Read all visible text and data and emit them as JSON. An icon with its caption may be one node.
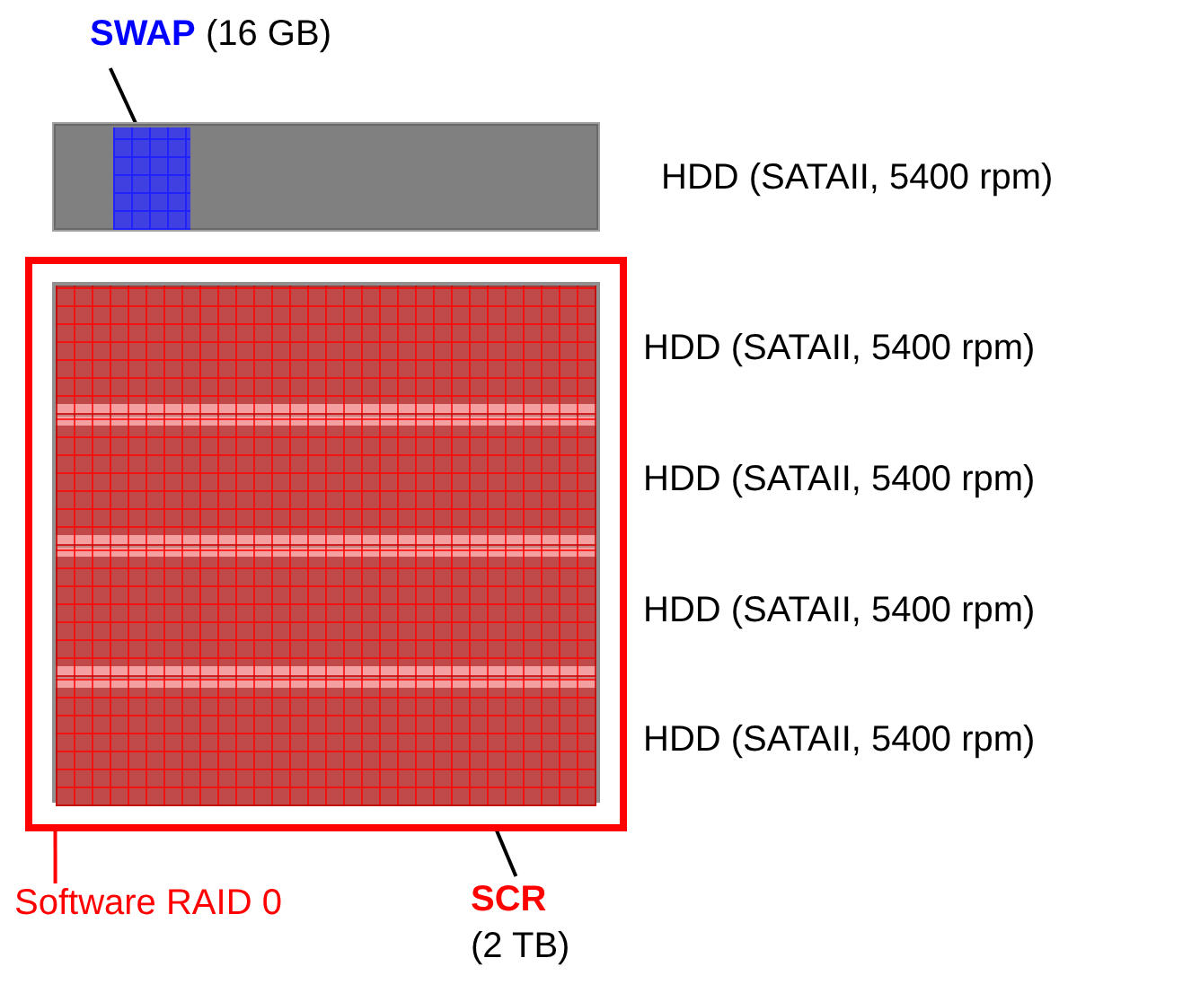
{
  "diagram": {
    "nodes": [
      {
        "text": [
          "**SWAP** (16 GB)"
        ]
      },
      {
        "text": [],
        "shape": "bar",
        "beside": [
          "HDD (SATAII, 5400 rpm)"
        ]
      },
      {
        "text": [],
        "shape": "box",
        "in": 1
      },
      {
        "text": [],
        "shape": "box"
      },
      {
        "text": [
          "Software RAID 0"
        ]
      },
      {
        "text": [],
        "shape": "box",
        "in": 3
      },
      {
        "text": [],
        "shape": "bar",
        "in": 5,
        "beside": [
          "HDD (SATAII, 5400 rpm)"
        ]
      },
      {
        "text": [],
        "shape": "bar",
        "in": 5,
        "beside": [
          "HDD (SATAII, 5400 rpm)"
        ]
      },
      {
        "text": [],
        "shape": "bar",
        "in": 5,
        "beside": [
          "HDD (SATAII, 5400 rpm)"
        ]
      },
      {
        "text": [],
        "shape": "bar",
        "in": 5,
        "beside": [
          "HDD (SATAII, 5400 rpm)"
        ]
      },
      {
        "text": [
          "**SCR** (2 TB)"
        ]
      }
    ],
    "edges": [
      {
        "from": 0,
        "to": 2,
        "arrow": "none"
      },
      {
        "from": 4,
        "to": 3,
        "arrow": "none",
        "color": "#ff0000"
      },
      {
        "from": 10,
        "to": 5,
        "arrow": "none"
      }
    ]
  }
}
